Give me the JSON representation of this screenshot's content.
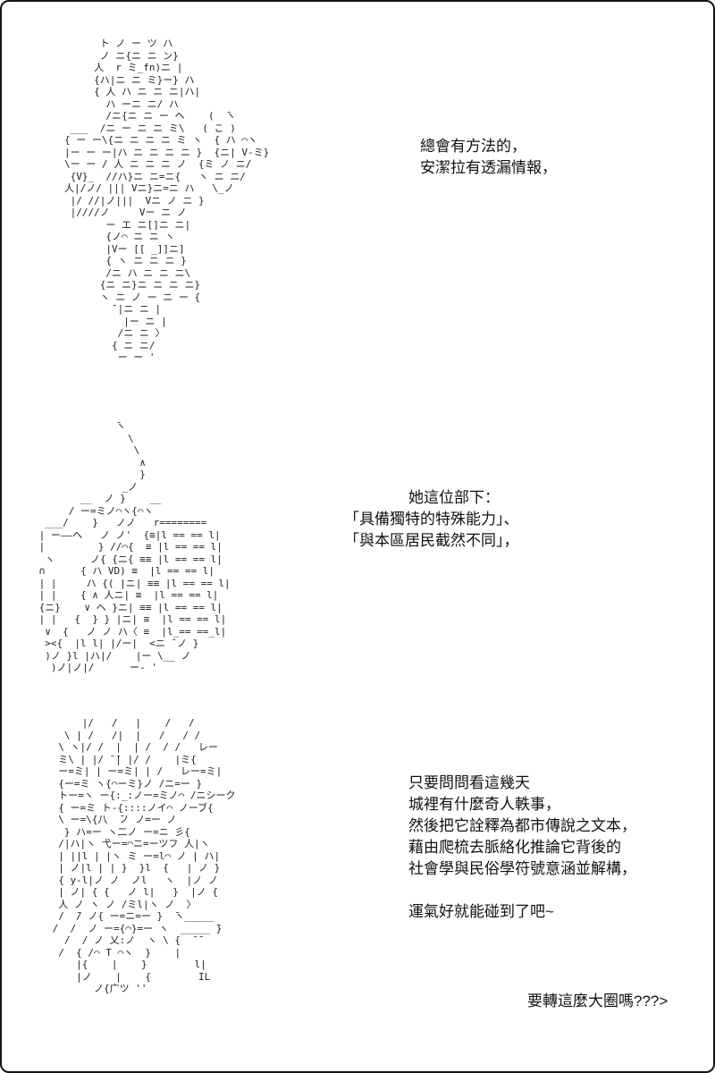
{
  "page": {
    "background": "#ffffff",
    "border_color": "#141414",
    "text_color": "#111111"
  },
  "panels": [
    {
      "name": "ascii-art-panel-top-figure",
      "art": "      ト ノ ー ツ ハ\n      ノ ニ{ニ ニ ン}\n     人  r ミ_fn)ニ |\n     {ハ|ニ ニ ミ}ー} ハ\n     { 人 ハ ニ ニ ニ|ハ|\n       ハ ーニ ニ/ ハ\n       /ニ{ニ ニ ー ヘ    (  ̄ヽ\n ___  /ニ ー ニ ニ ミ\\   ( こ )\n{ ー ー\\{ニ ニ ニ ニ ミ ヽ  { ハ ⌒ヽ\n|ー ー ー|ハ ニ ニ ニ ニ }  {ニ| V-ミ}\n\\ー ー / 人 ニ ニ ニ ノ  {ミ ノ ニ/\n {V}_  //ハ}ニ ニ=ニ{   ヽ ニ ニ/\n人|/ノ/ ||| Vニ}ニ=ニ ハ   \\_ノ\n |/ //|ノ|||  Vニ ノ ニ }\n |////ノ     Vー ニ ノ\n       ー エ ニ[]ニ ニ|\n       {ノ⌒ ニ ニ ヽ\n       |Vー [[ _]]ニ]\n       { ヽ ニ ニ ニ }\n       /ニ ハ ニ ニ ニ\\\n      {ニ ニ}ニ ニ ニ ニ}\n      ヽ ニ ノ ー ニ ー {\n        ̄ |ニ ニ |\n          |ー ニ |\n         /ニ ニ 〉\n        { ニ ニ/\n         ー ー '"
    },
    {
      "name": "ascii-art-panel-middle-figure",
      "art": "              ̄ヽ\n                \\\n                 \\\n                  ∧\n                  }\n               _ノ\n        __  ノ }    __\n      / ー=ミノ⌒ヽ{⌒ヽ\n  ___/    }   ノノ   r========\n | ー――ヘ   ノ ノ'  {≡|l == == l|\n |         } //⌒{  ≡ |l == == l|\n  ヽ      ノ{ {ニ{ ≡≡ |l == == l|\n ∩      { ハ VD) ≡  |l == == l|\n | |     ハ {( |ニ| ≡≡ |l == == l|\n | |    { ∧ 人ニ| ≡  |l == == l|\n {ニ}    ∨ ヘ }ニ| ≡≡ |l == == l|\n | |   {  } } |ニ| ≡  |l == == l|\n  ∨  {   ノ ノ ハ〈 ≡  |l_== ==_l|\n  ><{  |l l| |/ー|  <ニ ̄ ノ }\n  )ノ }l |ハ|/    |ー \\__ ノ\n   )ノ|ノ|/      ー- '"
    },
    {
      "name": "ascii-art-panel-bottom-face",
      "art": "      |/   /   |    /   /\n   \\ | /   /|  |   /   / /\n  \\ ヽ|/ /  |  | /  / /   レー\n  ミ\\ | |/ ̄ ̄| |/ /    |ミ{\n  ー=ミ| | ー=ミ| | /   レー=ミ|\n  {ー=ミ ヽ{⌒ーミ}ノ /ニ=ー }\n  トー=ヽ ー{:_:ノー=ミノ⌒ /ニシーク\n  { ー=ミ ト-{::::ノイ⌒ ノーブ{\n  \\ ー=\\{八  ̄ノ ノ=ー ノ\n   } ハ=ー ヽ二ノ ー=ニ 彡{\n  /|ハ|ヽ 弋ー=⌒ニ=ーツフ 人|ヽ\n  | ||l | |ヽ ミ ー=l⌒ ノ | ハ|\n  | ノ|l | | }  }l  {   | ノ }\n  { y-l|ノ ノ  ノl   ヽ  |ノ ノ\n  | ノ| { {   ノ l|   }  |ノ {\n  人 ノ ヽ ノ /ミl|ヽ ノ  〉\n  /  ̄/ ノ{ ー=ニ=ー }  ̄ヽ_____\n /  /  ノ ー={⌒}=ー ヽ  _____ ̄}\n   /  / ノ 乂:ノ  ヽ \\ {  ̄ ̄\n  /  { /⌒ T ⌒ヽ  }    |\n     |{    |    }        l|\n     |ノ    |    {        IL\n        ノ{广ツ ''"
    }
  ],
  "dialogue": {
    "block1": "總會有方法的，\n安潔拉有透漏情報，",
    "block2_intro": "她這位部下：",
    "block2_quotes": "「具備獨特的特殊能力」、\n「與本區居民截然不同」，",
    "block3": "只要問問看這幾天\n城裡有什麼奇人軼事，\n然後把它詮釋為都市傳說之文本，\n藉由爬梳去脈絡化推論它背後的\n社會學與民俗學符號意涵並解構，\n\n運氣好就能碰到了吧~",
    "block4": "要轉這麼大圈嗎???>"
  }
}
